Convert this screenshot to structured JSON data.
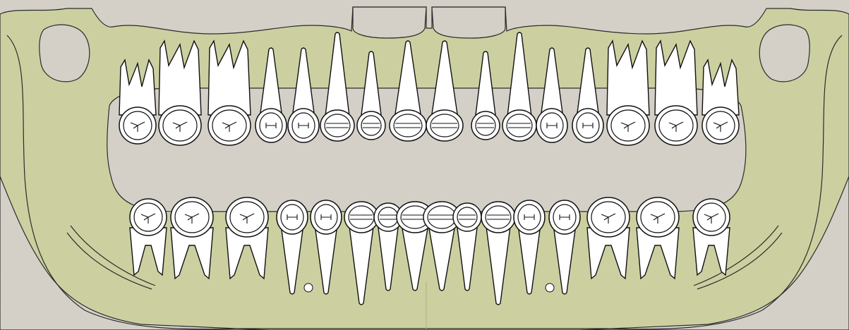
{
  "colors": {
    "background": "#d4d0c8",
    "bone": "#ccd0a0",
    "bone_shadow": "#c2c791",
    "tooth": "#ffffff",
    "outline": "#111111"
  },
  "upper_teeth": [
    {
      "type": "molar3"
    },
    {
      "type": "molar"
    },
    {
      "type": "molar"
    },
    {
      "type": "premolar"
    },
    {
      "type": "premolar"
    },
    {
      "type": "canine"
    },
    {
      "type": "lateral"
    },
    {
      "type": "central"
    },
    {
      "type": "central"
    },
    {
      "type": "lateral"
    },
    {
      "type": "canine"
    },
    {
      "type": "premolar"
    },
    {
      "type": "premolar"
    },
    {
      "type": "molar"
    },
    {
      "type": "molar"
    },
    {
      "type": "molar3"
    }
  ],
  "lower_teeth": [
    {
      "type": "molar3"
    },
    {
      "type": "molar"
    },
    {
      "type": "molar"
    },
    {
      "type": "premolar"
    },
    {
      "type": "premolar"
    },
    {
      "type": "canine"
    },
    {
      "type": "lateral"
    },
    {
      "type": "central"
    },
    {
      "type": "central"
    },
    {
      "type": "lateral"
    },
    {
      "type": "canine"
    },
    {
      "type": "premolar"
    },
    {
      "type": "premolar"
    },
    {
      "type": "molar"
    },
    {
      "type": "molar"
    },
    {
      "type": "molar3"
    }
  ]
}
